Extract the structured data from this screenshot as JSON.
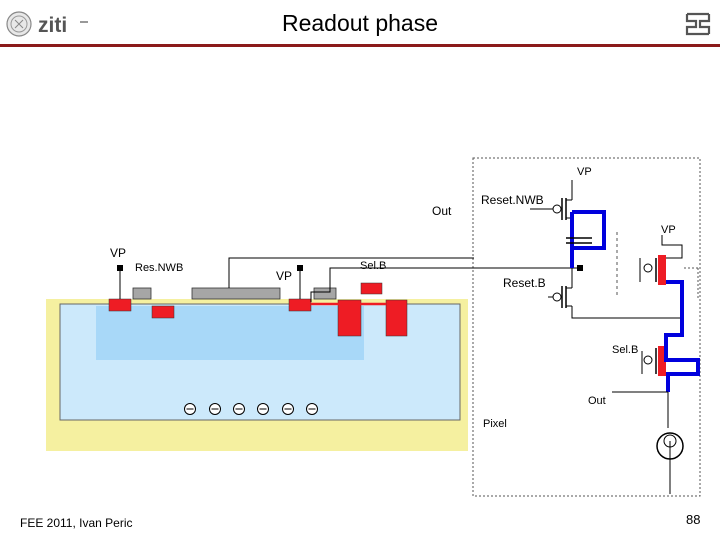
{
  "header": {
    "title": "Readout phase",
    "logo_text": "ziti"
  },
  "footer": {
    "author": "FEE 2011, Ivan Peric",
    "page_number": "88"
  },
  "labels": {
    "vp_top": "VP",
    "out_left": "Out",
    "reset_nwb": "Reset.NWB",
    "vp_right": "VP",
    "vp_left": "VP",
    "res_nwb": "Res.NWB",
    "vp_mid": "VP",
    "selb_left": "Sel.B",
    "reset_b": "Reset.B",
    "selb_right": "Sel.B",
    "out_bottom": "Out",
    "pixel": "Pixel"
  },
  "colors": {
    "accent": "#8b1a1a",
    "implant": "#ee1c24",
    "wire": "#0000dd",
    "well": "#a8d8f8",
    "substrate_bg": "#f5f0a0",
    "epi": "#cce9fb",
    "poly": "#a6a6a6"
  }
}
